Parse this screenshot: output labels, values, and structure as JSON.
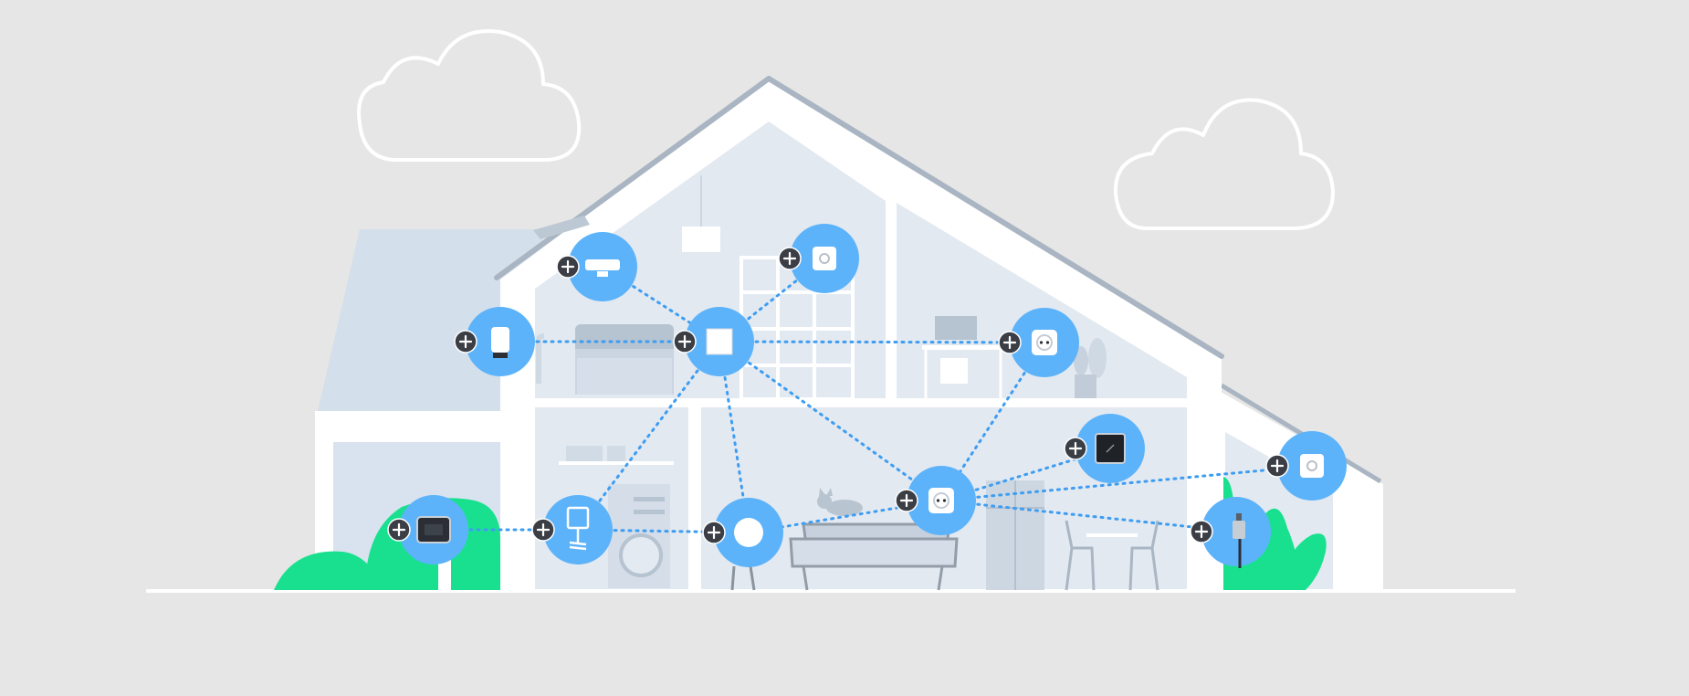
{
  "colors": {
    "background": "#e6e6e6",
    "house_fill": "#ffffff",
    "room_fill": "#e3e9f1",
    "roof_edge": "#a9b5c2",
    "side_wall": "#d4dfec",
    "node_blue": "#5cb3fa",
    "mesh_link": "#3d9df2",
    "badge_dark": "#3b3f45",
    "plant_green": "#19e08f",
    "cloud_outline": "#ffffff"
  },
  "scene": {
    "icons": [
      "cloud-icon",
      "house-icon",
      "plant-icon",
      "sofa-icon",
      "washing-machine-icon",
      "refrigerator-icon",
      "desk-icon",
      "dining-chair-icon",
      "cat-icon",
      "ceiling-lamp-icon"
    ]
  },
  "devices": [
    {
      "id": "motion-sensor-attic",
      "icon": "motion-sensor-icon",
      "badge_icon": "plus-icon"
    },
    {
      "id": "siren-attic",
      "icon": "siren-icon",
      "badge_icon": "plus-icon"
    },
    {
      "id": "thermostat-valve",
      "icon": "radiator-valve-icon",
      "badge_icon": "plus-icon"
    },
    {
      "id": "light-switch",
      "icon": "light-switch-icon",
      "badge_icon": "plus-icon"
    },
    {
      "id": "smart-plug-upstairs",
      "icon": "smart-plug-icon",
      "badge_icon": "plus-icon"
    },
    {
      "id": "display-panel",
      "icon": "display-panel-icon",
      "badge_icon": "plus-icon"
    },
    {
      "id": "motion-sensor-side",
      "icon": "motion-sensor-icon",
      "badge_icon": "plus-icon"
    },
    {
      "id": "smart-plug-living",
      "icon": "smart-plug-icon",
      "badge_icon": "plus-icon"
    },
    {
      "id": "water-sensor",
      "icon": "water-sensor-icon",
      "badge_icon": "plus-icon"
    },
    {
      "id": "keypad-outdoor",
      "icon": "keypad-icon",
      "badge_icon": "plus-icon"
    },
    {
      "id": "camera-mount",
      "icon": "camera-mount-icon",
      "badge_icon": "plus-icon"
    },
    {
      "id": "smart-button",
      "icon": "smart-button-icon",
      "badge_icon": "plus-icon"
    }
  ],
  "links": [
    [
      "siren-attic",
      "light-switch"
    ],
    [
      "motion-sensor-attic",
      "light-switch"
    ],
    [
      "thermostat-valve",
      "light-switch"
    ],
    [
      "light-switch",
      "smart-plug-upstairs"
    ],
    [
      "light-switch",
      "camera-mount"
    ],
    [
      "light-switch",
      "smart-button"
    ],
    [
      "light-switch",
      "smart-plug-living"
    ],
    [
      "smart-plug-upstairs",
      "smart-plug-living"
    ],
    [
      "smart-plug-living",
      "display-panel"
    ],
    [
      "smart-plug-living",
      "motion-sensor-side"
    ],
    [
      "smart-plug-living",
      "water-sensor"
    ],
    [
      "smart-plug-living",
      "smart-button"
    ],
    [
      "keypad-outdoor",
      "camera-mount"
    ],
    [
      "camera-mount",
      "smart-button"
    ]
  ]
}
